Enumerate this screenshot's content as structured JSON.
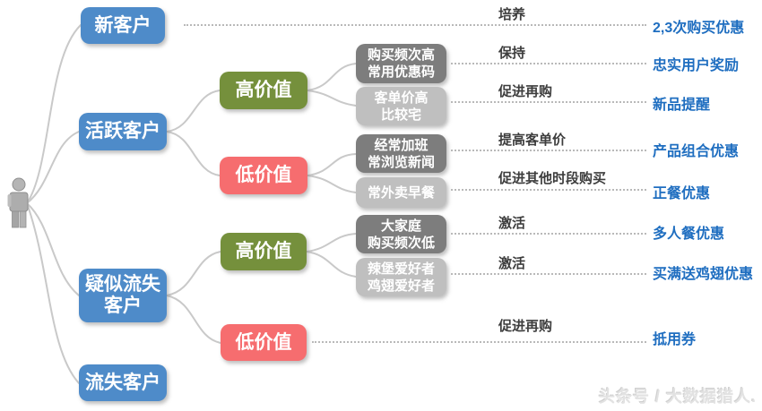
{
  "colors": {
    "segment_blue": "#4e8bc9",
    "high_value_green": "#75903c",
    "low_value_red": "#f66d6f",
    "trait_dark_gray": "#7d7d7d",
    "trait_light_gray": "#bfbfbf",
    "offer_text_blue": "#1f6ec0",
    "action_text": "#3d3d3d",
    "connector_gray": "#c9c9c9"
  },
  "root": {
    "icon": "person-icon"
  },
  "segments": [
    {
      "label": "新客户"
    },
    {
      "label": "活跃客户"
    },
    {
      "label": "疑似流失客户"
    },
    {
      "label": "流失客户"
    }
  ],
  "values": [
    {
      "label": "高价值"
    },
    {
      "label": "低价值"
    },
    {
      "label": "高价值"
    },
    {
      "label": "低价值"
    }
  ],
  "traits": [
    {
      "line1": "购买频次高",
      "line2": "常用优惠码"
    },
    {
      "line1": "客单价高",
      "line2": "比较宅"
    },
    {
      "line1": "经常加班",
      "line2": "常浏览新闻"
    },
    {
      "line1": "常外卖早餐",
      "line2": ""
    },
    {
      "line1": "大家庭",
      "line2": "购买频次低"
    },
    {
      "line1": "辣堡爱好者",
      "line2": "鸡翅爱好者"
    }
  ],
  "actions": [
    {
      "label": "培养"
    },
    {
      "label": "保持"
    },
    {
      "label": "促进再购"
    },
    {
      "label": "提高客单价"
    },
    {
      "label": "促进其他时段购买"
    },
    {
      "label": "激活"
    },
    {
      "label": "激活"
    },
    {
      "label": "促进再购"
    }
  ],
  "offers": [
    {
      "label": "2,3次购买优惠"
    },
    {
      "label": "忠实用户奖励"
    },
    {
      "label": "新品提醒"
    },
    {
      "label": "产品组合优惠"
    },
    {
      "label": "正餐优惠"
    },
    {
      "label": "多人餐优惠"
    },
    {
      "label": "买满送鸡翅优惠"
    },
    {
      "label": "抵用券"
    }
  ],
  "watermark": "头条号 / 大数据猎人."
}
